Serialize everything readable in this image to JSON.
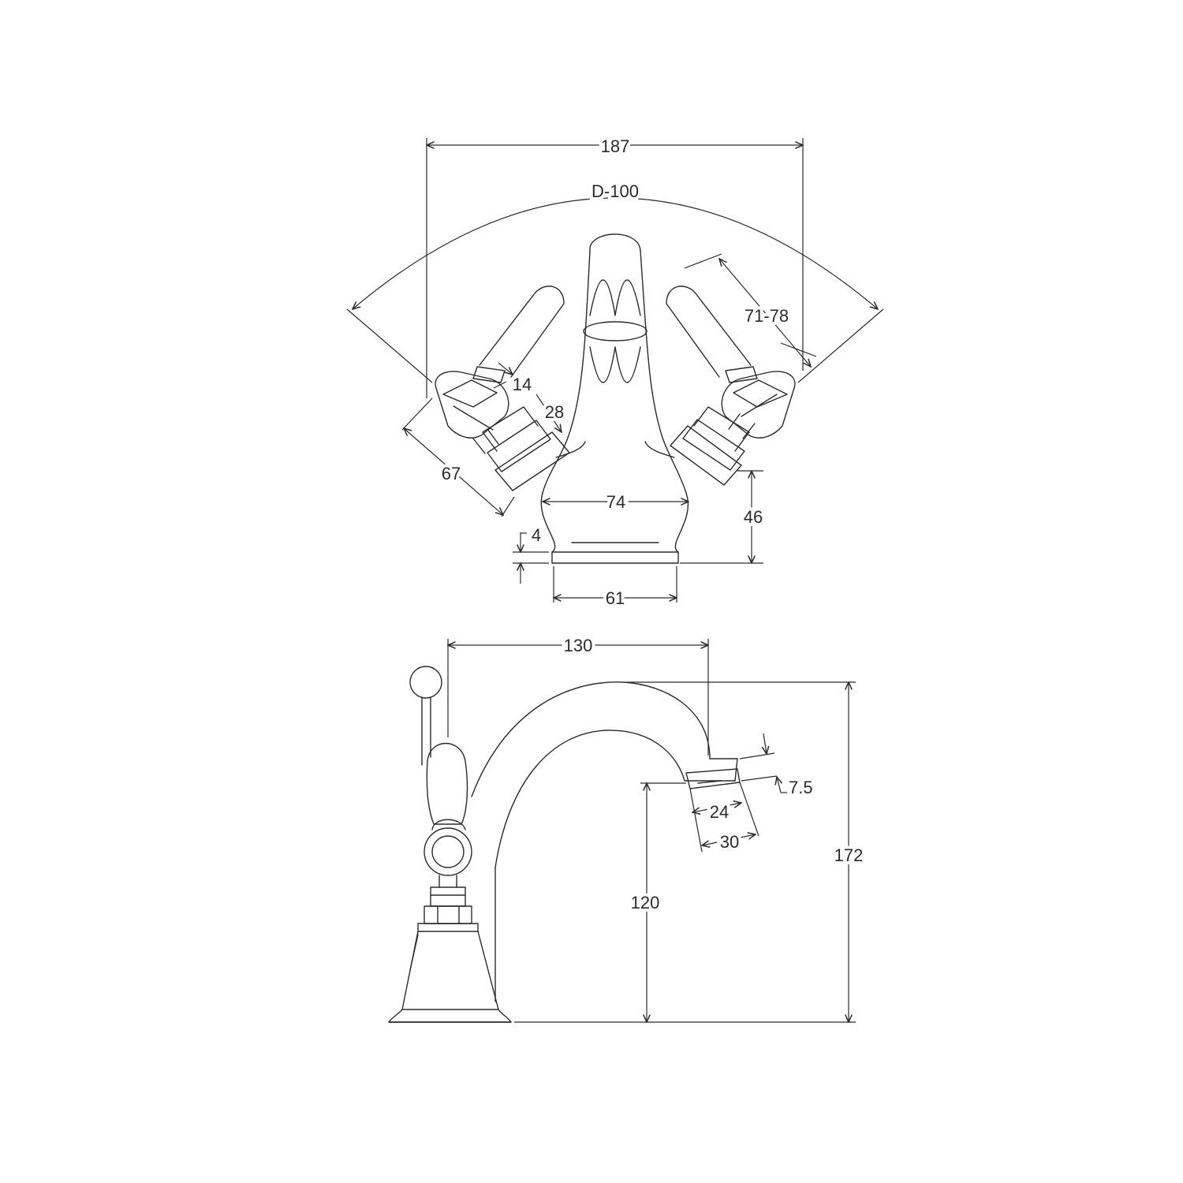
{
  "front_view": {
    "dims": {
      "overall_width": "187",
      "handle_swing": "D-100",
      "handle_length": "71-78",
      "collar_width": "14",
      "collar_height": "28",
      "lever_length": "67",
      "valve_spacing": "74",
      "valve_height": "46",
      "base_plate": "4",
      "base_width": "61"
    }
  },
  "side_view": {
    "dims": {
      "projection": "130",
      "aerator_offset": "7.5",
      "aerator_inner": "24",
      "aerator_outer": "30",
      "spout_height": "120",
      "overall_height": "172"
    }
  },
  "colors": {
    "line": "#2b2b2b",
    "background": "#ffffff"
  }
}
